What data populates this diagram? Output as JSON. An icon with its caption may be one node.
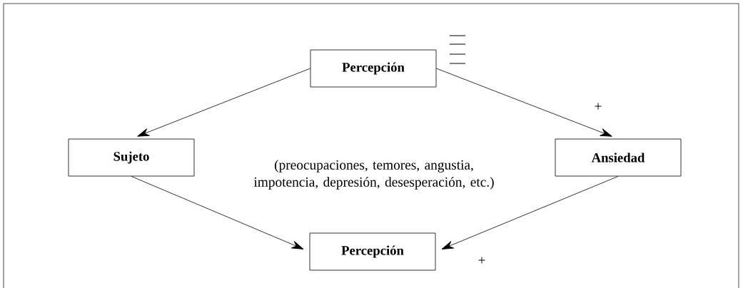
{
  "diagram": {
    "nodes": [
      {
        "text": [
          "Percepción"
        ]
      },
      {
        "text": [
          "Sujeto"
        ]
      },
      {
        "text": [
          "Ansiedad"
        ]
      },
      {
        "text": [
          "Percepción"
        ]
      }
    ],
    "edges": [
      {
        "from": 0,
        "to": 1,
        "arrow": "to"
      },
      {
        "from": 0,
        "to": 2,
        "arrow": "to"
      },
      {
        "from": 1,
        "to": 3,
        "arrow": "to"
      },
      {
        "from": 2,
        "to": 3,
        "arrow": "to"
      }
    ],
    "labels": [
      "+",
      "(preocupaciones, temores, angustia, impotencia, depresión, desesperación, etc.)",
      "+"
    ]
  }
}
